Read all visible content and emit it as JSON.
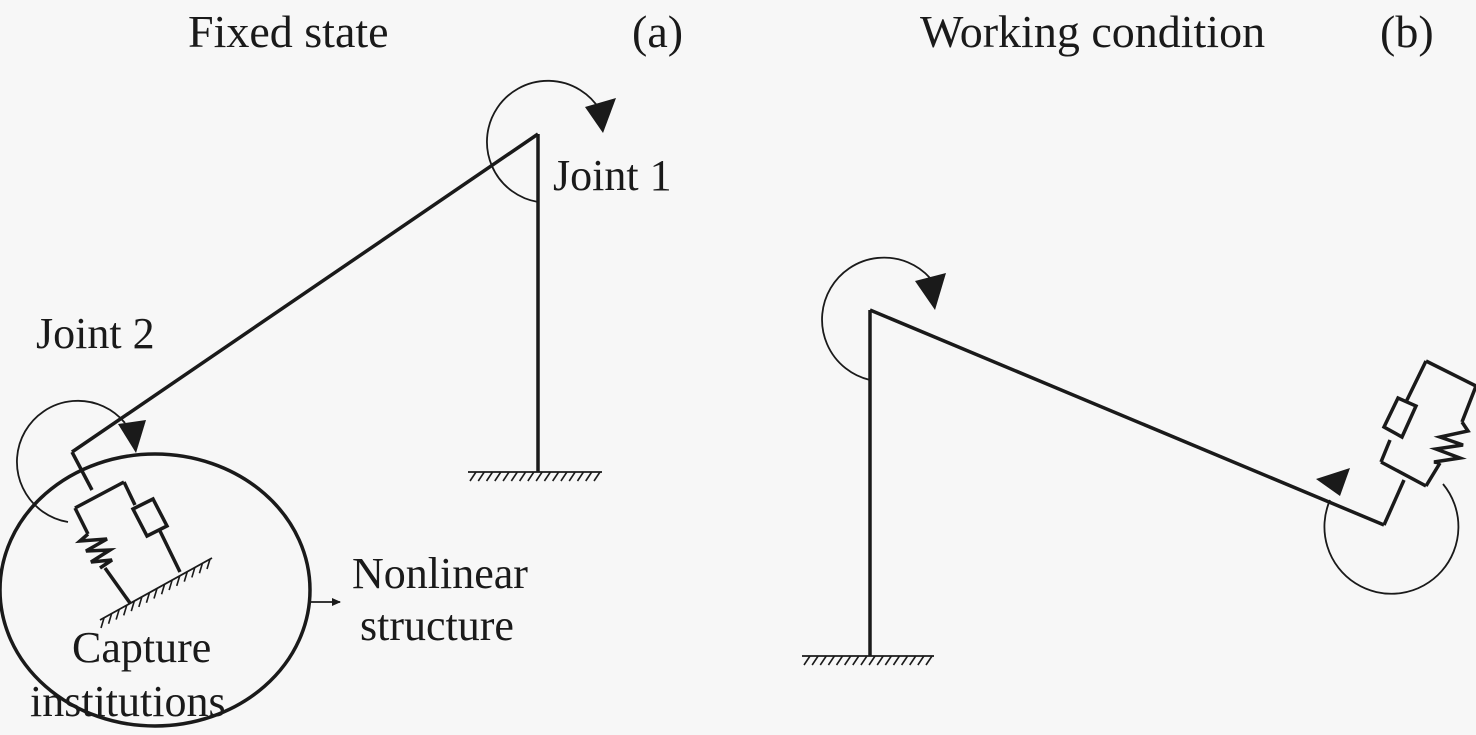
{
  "panels": [
    {
      "id": "a",
      "title": "Fixed state",
      "tag": "(a)",
      "labels": {
        "joint1": "Joint 1",
        "joint2": "Joint 2",
        "nonlinear_line1": "Nonlinear",
        "nonlinear_line2": "structure",
        "capture_line1": "Capture",
        "capture_line2": "institutions"
      }
    },
    {
      "id": "b",
      "title": "Working condition",
      "tag": "(b)"
    }
  ],
  "colors": {
    "background": "#f7f7f7",
    "ink": "#1a1a1a"
  }
}
